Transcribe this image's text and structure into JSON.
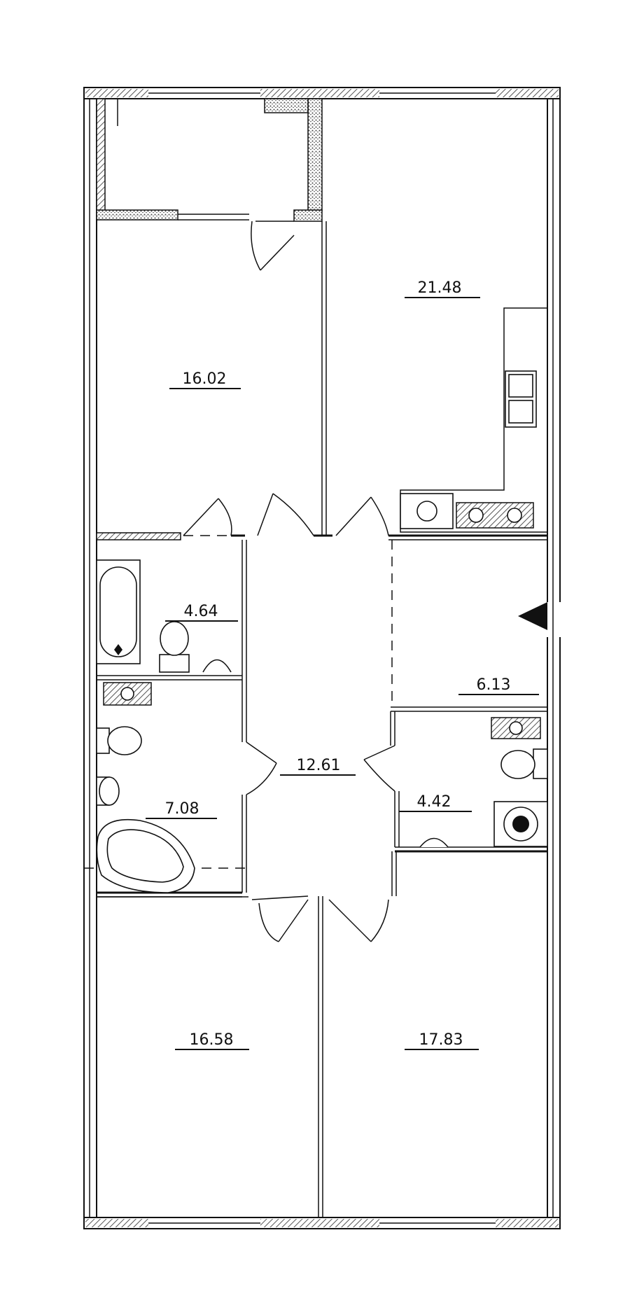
{
  "rooms": [
    {
      "id": "room-16-02",
      "area": "16.02"
    },
    {
      "id": "room-21-48",
      "area": "21.48"
    },
    {
      "id": "room-4-64",
      "area": "4.64"
    },
    {
      "id": "room-6-13",
      "area": "6.13"
    },
    {
      "id": "room-12-61",
      "area": "12.61"
    },
    {
      "id": "room-7-08",
      "area": "7.08"
    },
    {
      "id": "room-4-42",
      "area": "4.42"
    },
    {
      "id": "room-16-58",
      "area": "16.58"
    },
    {
      "id": "room-17-83",
      "area": "17.83"
    }
  ],
  "colors": {
    "line": "#111111",
    "background": "#ffffff",
    "hatch": "#555555"
  }
}
